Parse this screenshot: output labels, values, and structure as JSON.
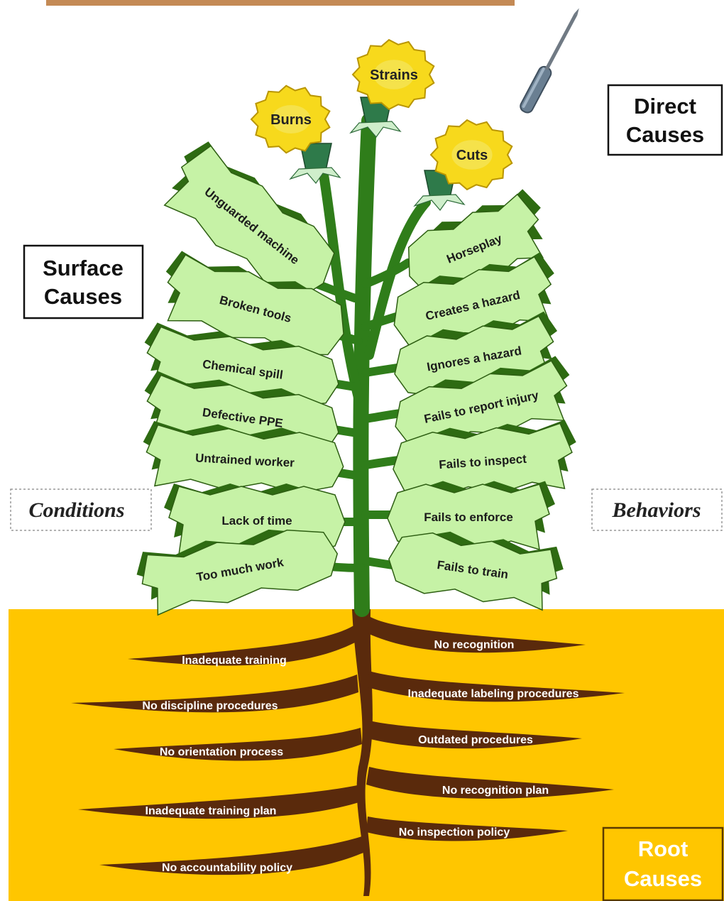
{
  "colors": {
    "soil": "#ffc600",
    "root": "#5a2a0c",
    "stem": "#2f7d1a",
    "leaf": "#c6f2a6",
    "leaf_dark": "#2e6b12",
    "petal": "#f7d91c",
    "top_bar": "#c48a55",
    "root_box_fill": "#ffc600"
  },
  "boxes": {
    "direct": "Direct\nCauses",
    "surface": "Surface\nCauses",
    "conditions": "Conditions",
    "behaviors": "Behaviors",
    "root": "Root\nCauses"
  },
  "flowers": [
    "Burns",
    "Strains",
    "Cuts"
  ],
  "left_leaves": [
    "Unguarded machine",
    "Broken tools",
    "Chemical spill",
    "Defective  PPE",
    "Untrained worker",
    "Lack of time",
    "Too much work"
  ],
  "right_leaves": [
    "Horseplay",
    "Creates a hazard",
    "Ignores a hazard",
    "Fails to report injury",
    "Fails to inspect",
    "Fails to enforce",
    "Fails to train"
  ],
  "left_roots": [
    "Inadequate training",
    "No discipline procedures",
    "No orientation process",
    "Inadequate training plan",
    "No accountability policy"
  ],
  "right_roots": [
    "No recognition",
    "Inadequate labeling procedures",
    "Outdated  procedures",
    "No recognition plan",
    "No inspection policy"
  ],
  "tool_icon": "screwdriver-icon"
}
